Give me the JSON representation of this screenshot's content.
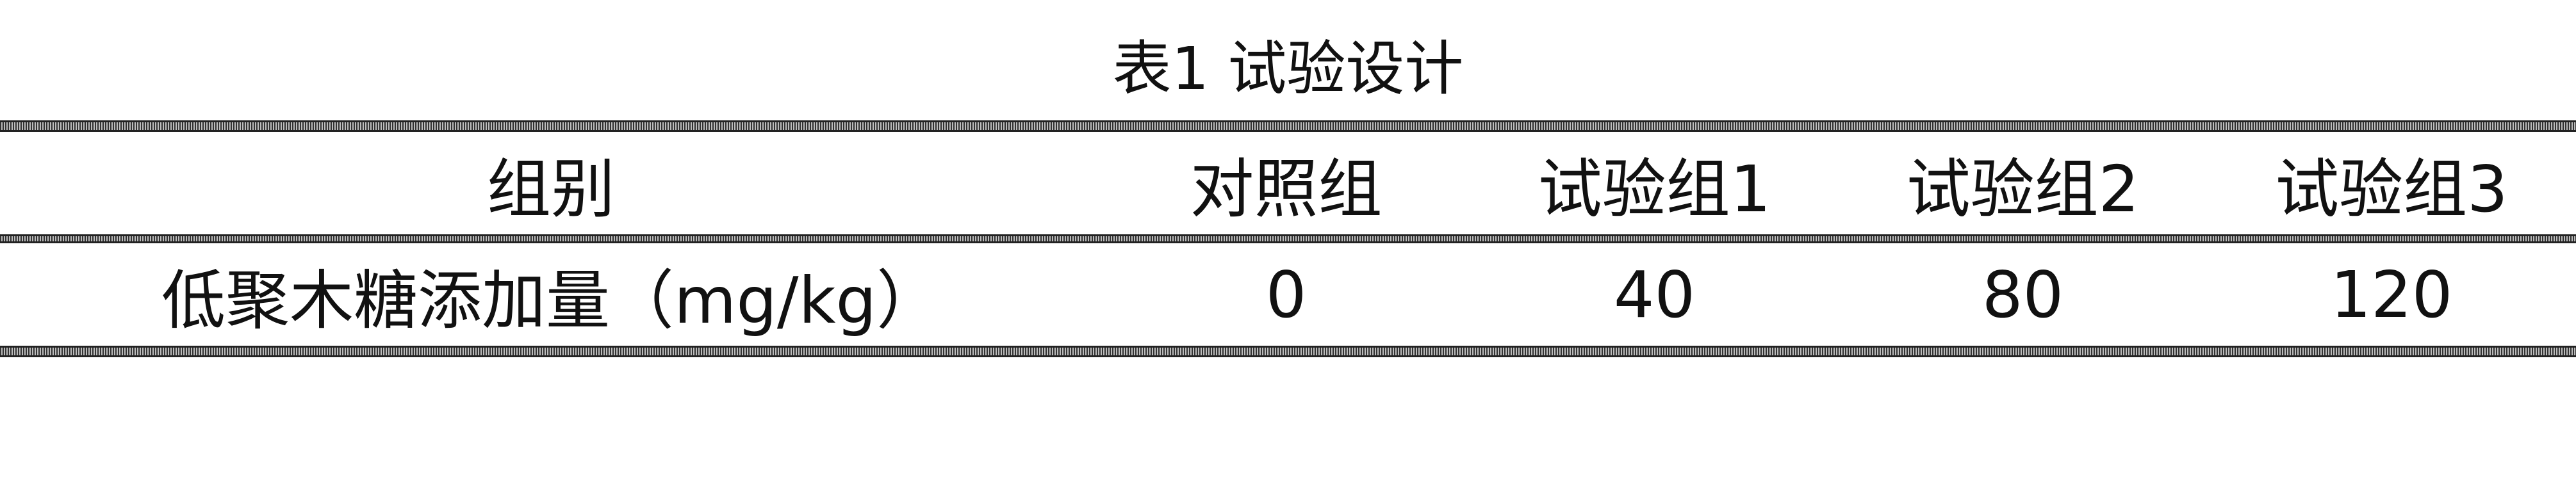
{
  "caption": "表1 试验设计",
  "table": {
    "headers": [
      "组别",
      "对照组",
      "试验组1",
      "试验组2",
      "试验组3"
    ],
    "rows": [
      [
        "低聚木糖添加量（mg/kg）",
        "0",
        "40",
        "80",
        "120"
      ]
    ]
  }
}
